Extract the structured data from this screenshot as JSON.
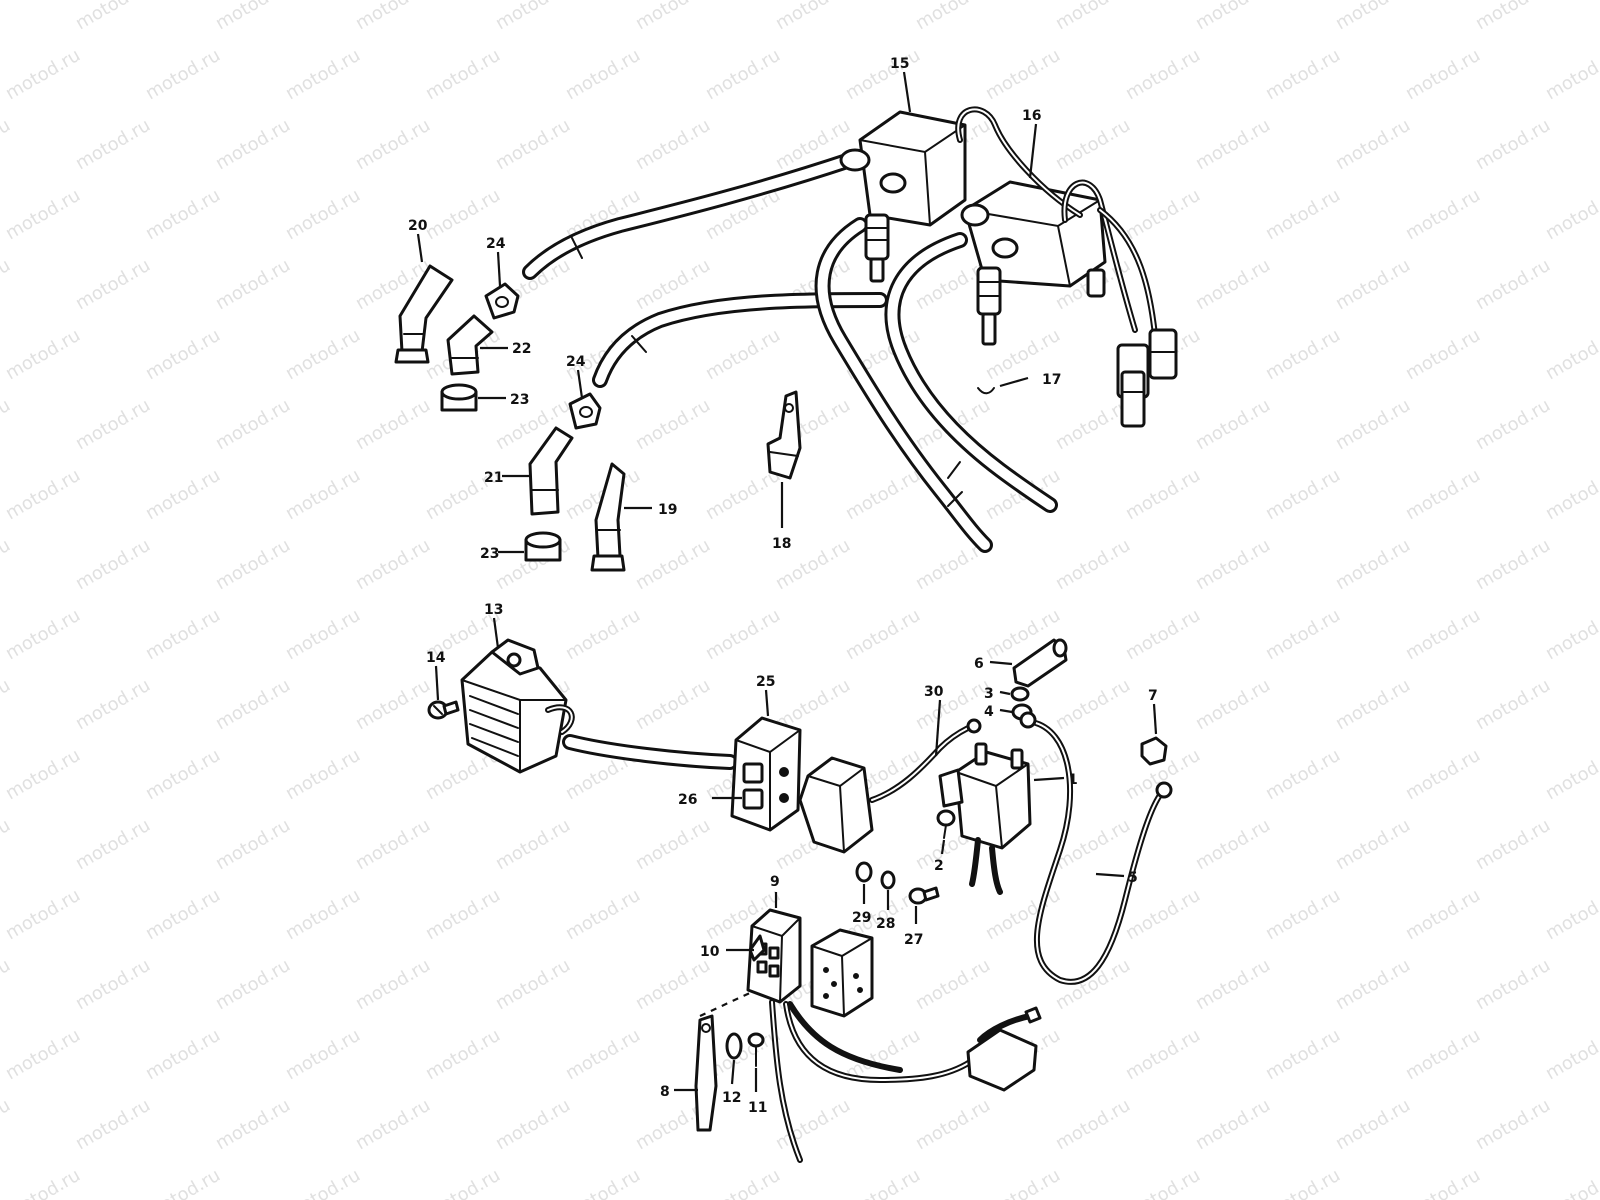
{
  "watermark": "motod.ru",
  "colors": {
    "line": "#111111",
    "background": "#ffffff",
    "watermark": "#c8c8c8"
  },
  "callouts": {
    "c1": "1",
    "c2": "2",
    "c3": "3",
    "c4": "4",
    "c5": "5",
    "c6": "6",
    "c7": "7",
    "c8": "8",
    "c9": "9",
    "c10": "10",
    "c11": "11",
    "c12": "12",
    "c13": "13",
    "c14": "14",
    "c15": "15",
    "c16": "16",
    "c17": "17",
    "c18": "18",
    "c19": "19",
    "c20": "20",
    "c21": "21",
    "c22": "22",
    "c23a": "23",
    "c23b": "23",
    "c24a": "24",
    "c24b": "24",
    "c25": "25",
    "c26": "26",
    "c27": "27",
    "c28": "28",
    "c29": "29",
    "c30": "30"
  }
}
